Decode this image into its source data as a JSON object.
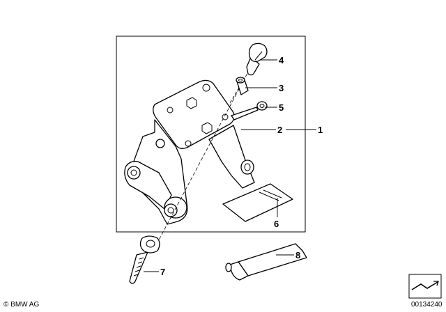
{
  "callouts": [
    {
      "id": "4",
      "text": "4"
    },
    {
      "id": "3",
      "text": "3"
    },
    {
      "id": "5",
      "text": "5"
    },
    {
      "id": "2",
      "text": "2"
    },
    {
      "id": "1",
      "text": "1"
    },
    {
      "id": "6",
      "text": "6"
    },
    {
      "id": "7",
      "text": "7"
    },
    {
      "id": "8",
      "text": "8"
    }
  ],
  "footer": {
    "copyright": "© BMW AG",
    "image_number": "00134240"
  },
  "icons": {
    "nav_arrow": "angle-arrow-icon"
  }
}
